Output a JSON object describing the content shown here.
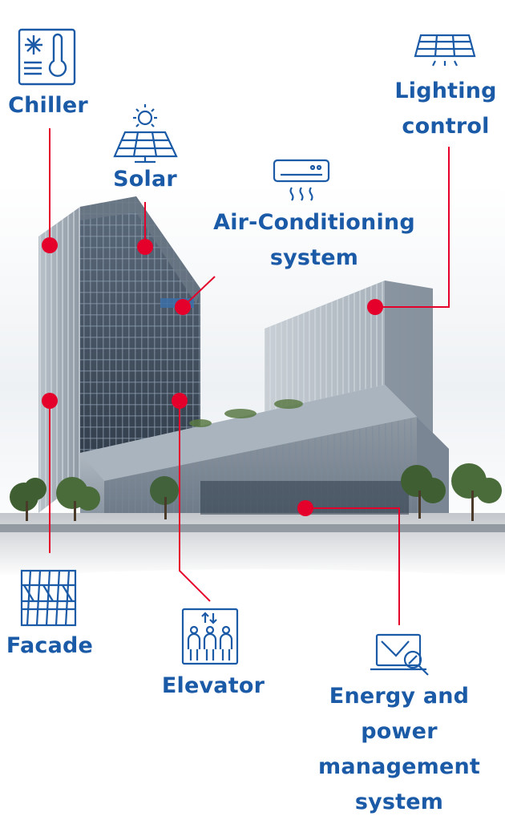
{
  "colors": {
    "accent_blue": "#1a5aa6",
    "connector_red": "#e4002b"
  },
  "labels": {
    "chiller": "Chiller",
    "solar": "Solar",
    "lighting_line1": "Lighting",
    "lighting_line2": "control",
    "aircon_line1": "Air-Conditioning",
    "aircon_line2": "system",
    "facade": "Facade",
    "elevator": "Elevator",
    "energy_line1": "Energy and power",
    "energy_line2": "management",
    "energy_line3": "system"
  },
  "icons": [
    "chiller-icon",
    "solar-panel-icon",
    "lighting-panel-icon",
    "air-conditioner-icon",
    "facade-icon",
    "elevator-icon",
    "energy-monitor-icon"
  ]
}
